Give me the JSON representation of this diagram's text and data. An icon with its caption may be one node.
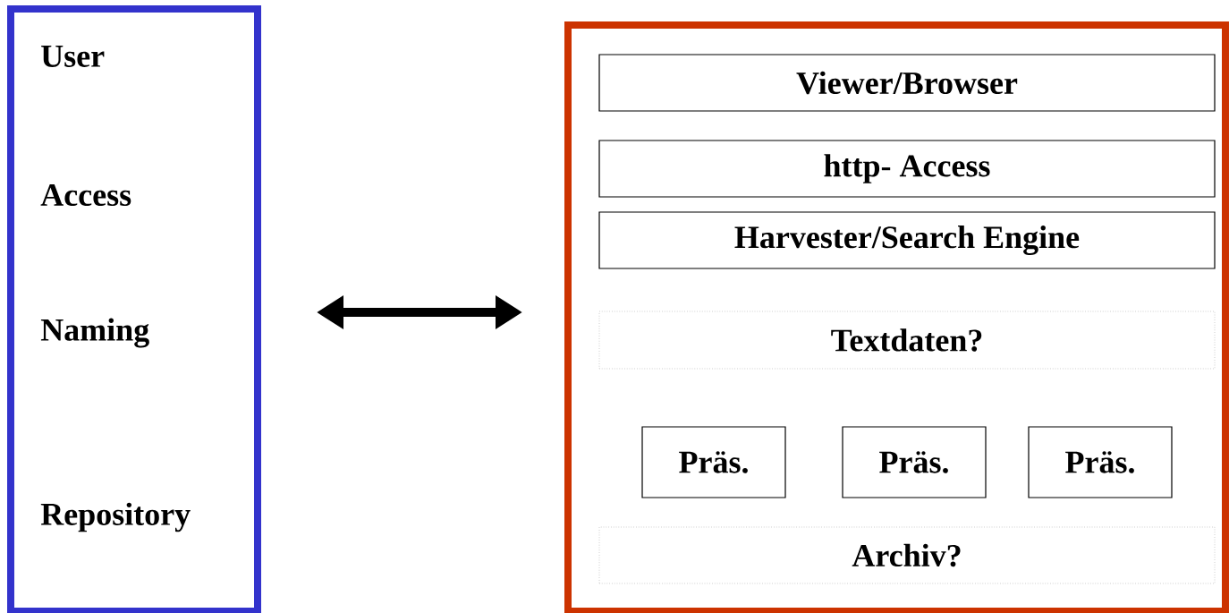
{
  "diagram": {
    "nodes": [
      {
        "text": [
          "User",
          "Access",
          "Naming",
          "Repository"
        ]
      },
      {
        "text": [],
        "shape": "box"
      },
      {
        "text": [
          "Viewer/Browser"
        ],
        "in": 1
      },
      {
        "text": [
          "http- Access"
        ],
        "in": 1
      },
      {
        "text": [
          "Harvester/Search Engine"
        ],
        "in": 1
      },
      {
        "text": [
          "Textdaten?"
        ],
        "in": 1
      },
      {
        "text": [
          "Präs."
        ],
        "in": 1
      },
      {
        "text": [
          "Präs."
        ],
        "in": 1
      },
      {
        "text": [
          "Präs."
        ],
        "in": 1
      },
      {
        "text": [
          "Archiv?"
        ],
        "in": 1
      }
    ],
    "edges": [
      {
        "from": 0,
        "to": 1,
        "arrow": "both"
      }
    ]
  }
}
